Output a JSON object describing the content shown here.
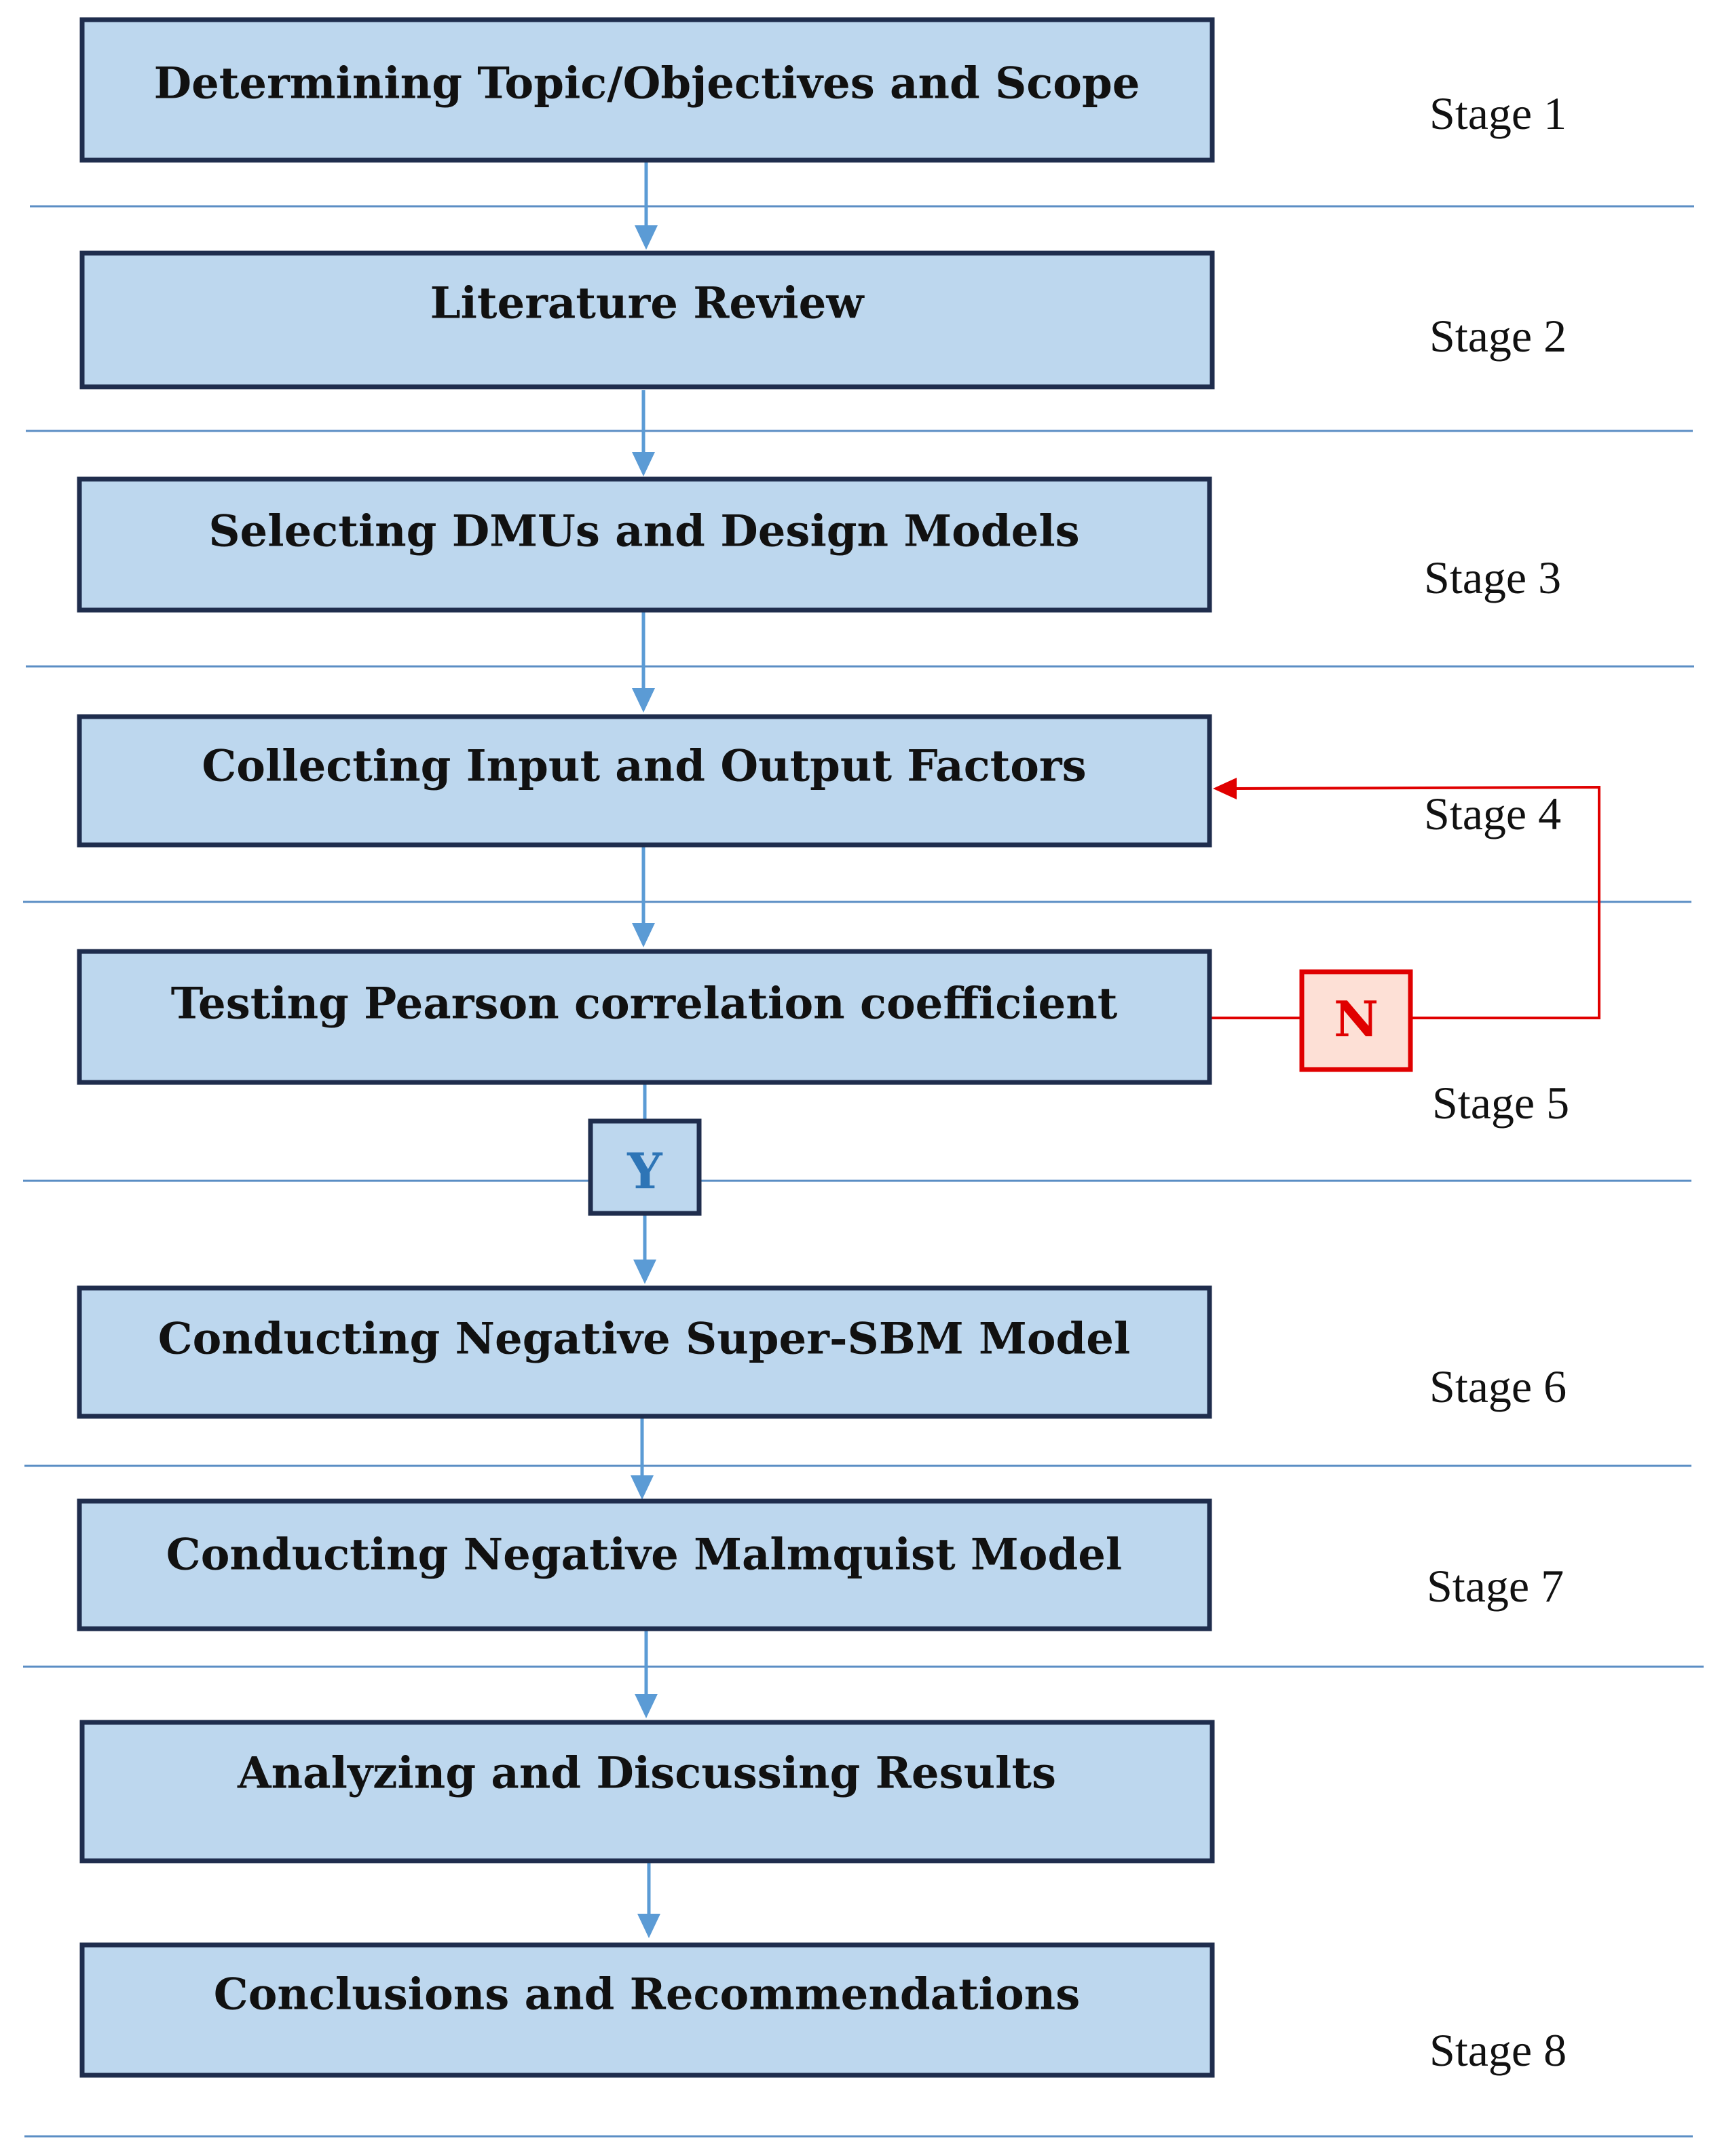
{
  "steps": [
    {
      "label": "Determining Topic/Objectives and Scope"
    },
    {
      "label": "Literature Review"
    },
    {
      "label": "Selecting DMUs and Design Models"
    },
    {
      "label": "Collecting Input and Output Factors"
    },
    {
      "label": "Testing Pearson correlation coefficient"
    },
    {
      "label": "Conducting Negative Super-SBM Model"
    },
    {
      "label": "Conducting Negative Malmquist Model"
    },
    {
      "label": "Analyzing and Discussing Results"
    },
    {
      "label": "Conclusions and Recommendations"
    }
  ],
  "stages": [
    "Stage 1",
    "Stage 2",
    "Stage 3",
    "Stage 4",
    "Stage 5",
    "Stage 6",
    "Stage 7",
    "Stage 8"
  ],
  "decisions": {
    "no_label": "N",
    "yes_label": "Y"
  },
  "colors": {
    "box_fill": "#bdd7ee",
    "box_border": "#1f2d4d",
    "flow_arrow": "#5b9bd5",
    "loop_arrow": "#e00000",
    "no_fill": "#fde0d6",
    "yes_text": "#2e75b6"
  }
}
